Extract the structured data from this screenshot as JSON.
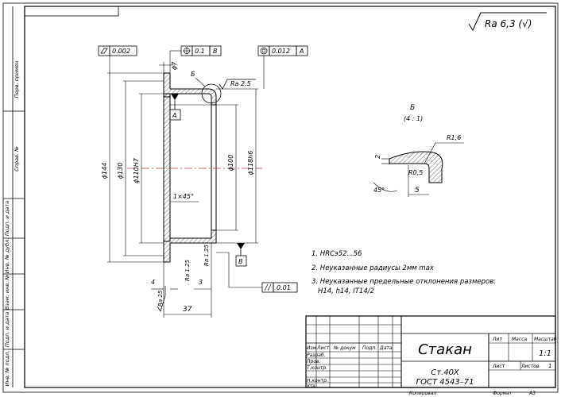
{
  "roughness": {
    "main": "Ra 6,3 (√)",
    "chamfer": "Ra 2.5",
    "left": "Ra 25",
    "bottom1": "Ra 1.25",
    "bottom2": "Ra 1.25"
  },
  "tolerance_frames": {
    "flatness": {
      "value": "0.002"
    },
    "position": {
      "value": "0.1",
      "datum": "B"
    },
    "coaxiality": {
      "value": "0.012",
      "datum": "A"
    },
    "parallel": {
      "value": "0.01"
    }
  },
  "datums": {
    "a": "A",
    "b": "B"
  },
  "dimensions": {
    "d7": "ϕ7",
    "d144": "ϕ144",
    "d130": "ϕ130",
    "d110": "ϕ110H7",
    "d100": "ϕ100",
    "d118": "ϕ118h6",
    "chamfer": "1×45°",
    "w4": "4",
    "w3": "3",
    "w37": "37"
  },
  "detail": {
    "title": "Б",
    "scale": "(4 : 1)",
    "r16": "R1,6",
    "r05": "R0,5",
    "d2": "2",
    "d5": "5",
    "angle": "45°",
    "leader": "Б"
  },
  "notes": [
    "1. HRCэ52...56",
    "2. Неуказанные радиусы 2мм max",
    "3. Неуказанные предельные отклонения размеров:",
    "H14, h14, IT14/2"
  ],
  "side_labels": [
    "Перв. примен",
    "Справ. №",
    "Подп. и дата",
    "Инв. № дубл.",
    "Взам. инв. №",
    "Подп. и дата",
    "Инв. № подл."
  ],
  "title_block": {
    "name": "Стакан",
    "material1": "Ст.40Х",
    "material2": "ГОСТ 4543–71",
    "header_cols": [
      "Изм",
      "Лист",
      "№ докум",
      "Подп.",
      "Дата"
    ],
    "rows": [
      "Разраб.",
      "Пров.",
      "Т.контр.",
      "",
      "Н.контр.",
      "Утв."
    ],
    "lit": "Лит",
    "mass": "Масса",
    "scale": "Масштаб",
    "scale_value": "1:1",
    "sheet": "Лист",
    "sheets": "Листов",
    "sheets_value": "1",
    "copied": "Копировал",
    "format": "Формат",
    "format_value": "А3"
  }
}
